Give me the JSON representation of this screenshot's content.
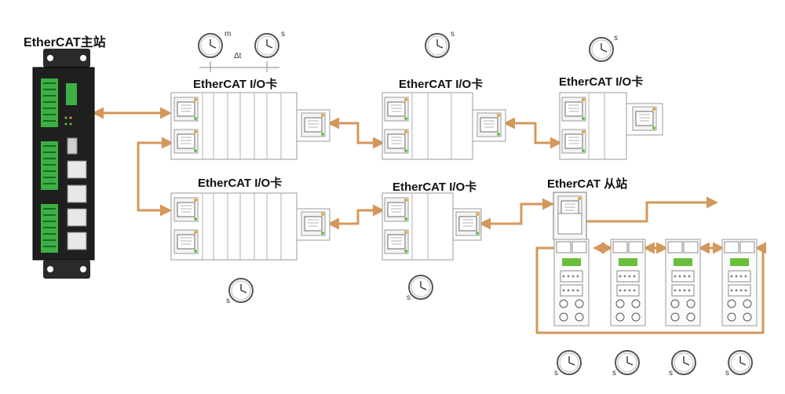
{
  "labels": {
    "master": "EtherCAT主站",
    "io_card_1": "EtherCAT I/O卡",
    "io_card_2": "EtherCAT I/O卡",
    "io_card_3": "EtherCAT I/O卡",
    "io_card_4": "EtherCAT I/O卡",
    "io_card_5": "EtherCAT I/O卡",
    "slave": "EtherCAT 从站",
    "delta_t": "Δt",
    "clock_m": "m",
    "clock_s": "s"
  },
  "colors": {
    "cable": "#d4975a",
    "module_border": "#9a9a9a",
    "master_body": "#1f1f1f",
    "terminal_green": "#3cb043",
    "led_green": "#6abf3a",
    "led_orange": "#e5a03a"
  },
  "icons": [
    "clock-icon",
    "rj45-port-icon",
    "arrow-icon"
  ]
}
